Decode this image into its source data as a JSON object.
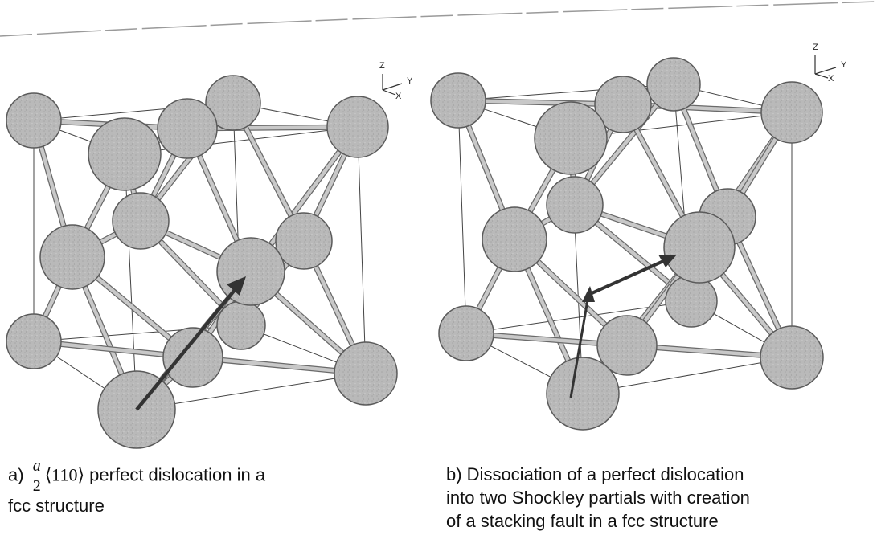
{
  "panel_a": {
    "axis": {
      "z": "Z",
      "y": "Y",
      "x": "X"
    },
    "caption_prefix": "a)",
    "fraction_numerator": "a",
    "fraction_denominator": "2",
    "miller_index": "⟨110⟩",
    "caption_line1_rest": "perfect dislocation in a",
    "caption_line2": "fcc structure"
  },
  "panel_b": {
    "axis": {
      "z": "Z",
      "y": "Y",
      "x": "X"
    },
    "caption_lines": [
      "b) Dissociation of a perfect dislocation",
      "into two Shockley partials with creation",
      "of a stacking fault in a fcc structure"
    ]
  },
  "colors": {
    "atom_fill": "#b8b8b8",
    "atom_stroke": "#5a5a5a",
    "bond": "#9a9a9a",
    "arrow": "#333333",
    "frame": "#444444"
  }
}
